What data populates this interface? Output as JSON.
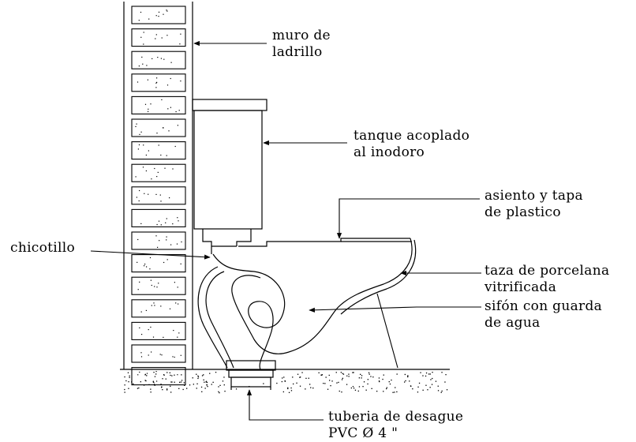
{
  "labels": {
    "muro": {
      "line1": "muro de",
      "line2": "ladrillo"
    },
    "tanque": {
      "line1": "tanque acoplado",
      "line2": "al inodoro"
    },
    "asiento": {
      "line1": "asiento y tapa",
      "line2": "de plastico"
    },
    "chicotillo": {
      "line1": "chicotillo"
    },
    "taza": {
      "line1": "taza de porcelana",
      "line2": "vitrificada"
    },
    "sifon": {
      "line1": "sifón con guarda",
      "line2": "de agua"
    },
    "tuberia": {
      "line1": "tuberia de desague",
      "line2": "PVC  Ø 4 \""
    }
  },
  "colors": {
    "line": "#000000",
    "background": "#ffffff"
  }
}
